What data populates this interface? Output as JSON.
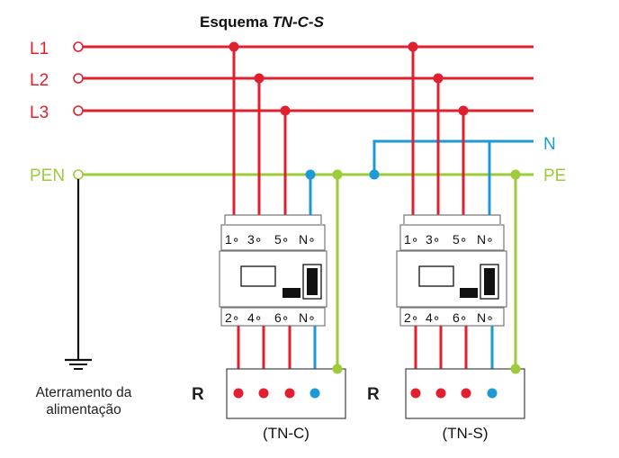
{
  "title": {
    "prefix": "Esquema ",
    "scheme": "TN-C-S"
  },
  "lines": {
    "L1": "L1",
    "L2": "L2",
    "L3": "L3",
    "PEN": "PEN",
    "N": "N",
    "PE": "PE"
  },
  "breaker_top_terminals": [
    "1",
    "3",
    "5",
    "N"
  ],
  "breaker_bottom_terminals": [
    "2",
    "4",
    "6",
    "N"
  ],
  "loads": {
    "left": {
      "label": "R",
      "caption": "(TN-C)"
    },
    "right": {
      "label": "R",
      "caption": "(TN-S)"
    }
  },
  "ground_caption": {
    "line1": "Aterramento da",
    "line2": "alimentação"
  },
  "colors": {
    "phase": "#e0202e",
    "neutral": "#1c9ad6",
    "protective": "#9ccc3a",
    "ground": "#111111",
    "terminal_text": "#111111"
  }
}
